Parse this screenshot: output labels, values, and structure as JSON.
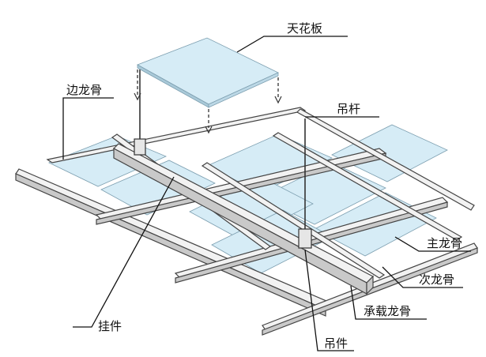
{
  "labels": {
    "ceiling_board": "天花板",
    "edge_keel": "边龙骨",
    "hanger_rod": "吊杆",
    "main_keel": "主龙骨",
    "secondary_keel": "次龙骨",
    "load_keel": "承载龙骨",
    "hanging_piece": "挂件",
    "hanger_part": "吊件"
  },
  "colors": {
    "tile_fill": "#d6ecf6",
    "rail_top": "#f2f2f2",
    "rail_side": "#c9c9c9",
    "line": "#111111"
  }
}
